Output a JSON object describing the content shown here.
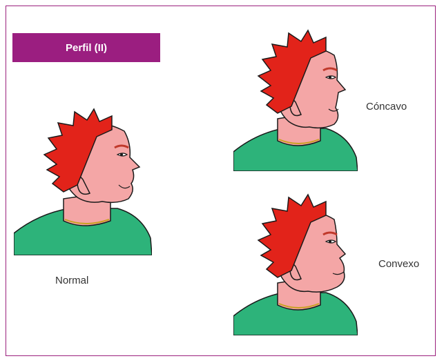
{
  "title": "Perfil (II)",
  "colors": {
    "border": "#9a1f7c",
    "title_bg": "#9b1e80",
    "title_text": "#ffffff",
    "hair": "#e2231a",
    "skin": "#f4a6a6",
    "shirt": "#2db37a",
    "outline": "#1a1a1a"
  },
  "profiles": [
    {
      "id": "normal",
      "label": "Normal",
      "icon": "face-profile-normal-icon"
    },
    {
      "id": "concavo",
      "label": "Cóncavo",
      "icon": "face-profile-concave-icon"
    },
    {
      "id": "convexo",
      "label": "Convexo",
      "icon": "face-profile-convex-icon"
    }
  ]
}
